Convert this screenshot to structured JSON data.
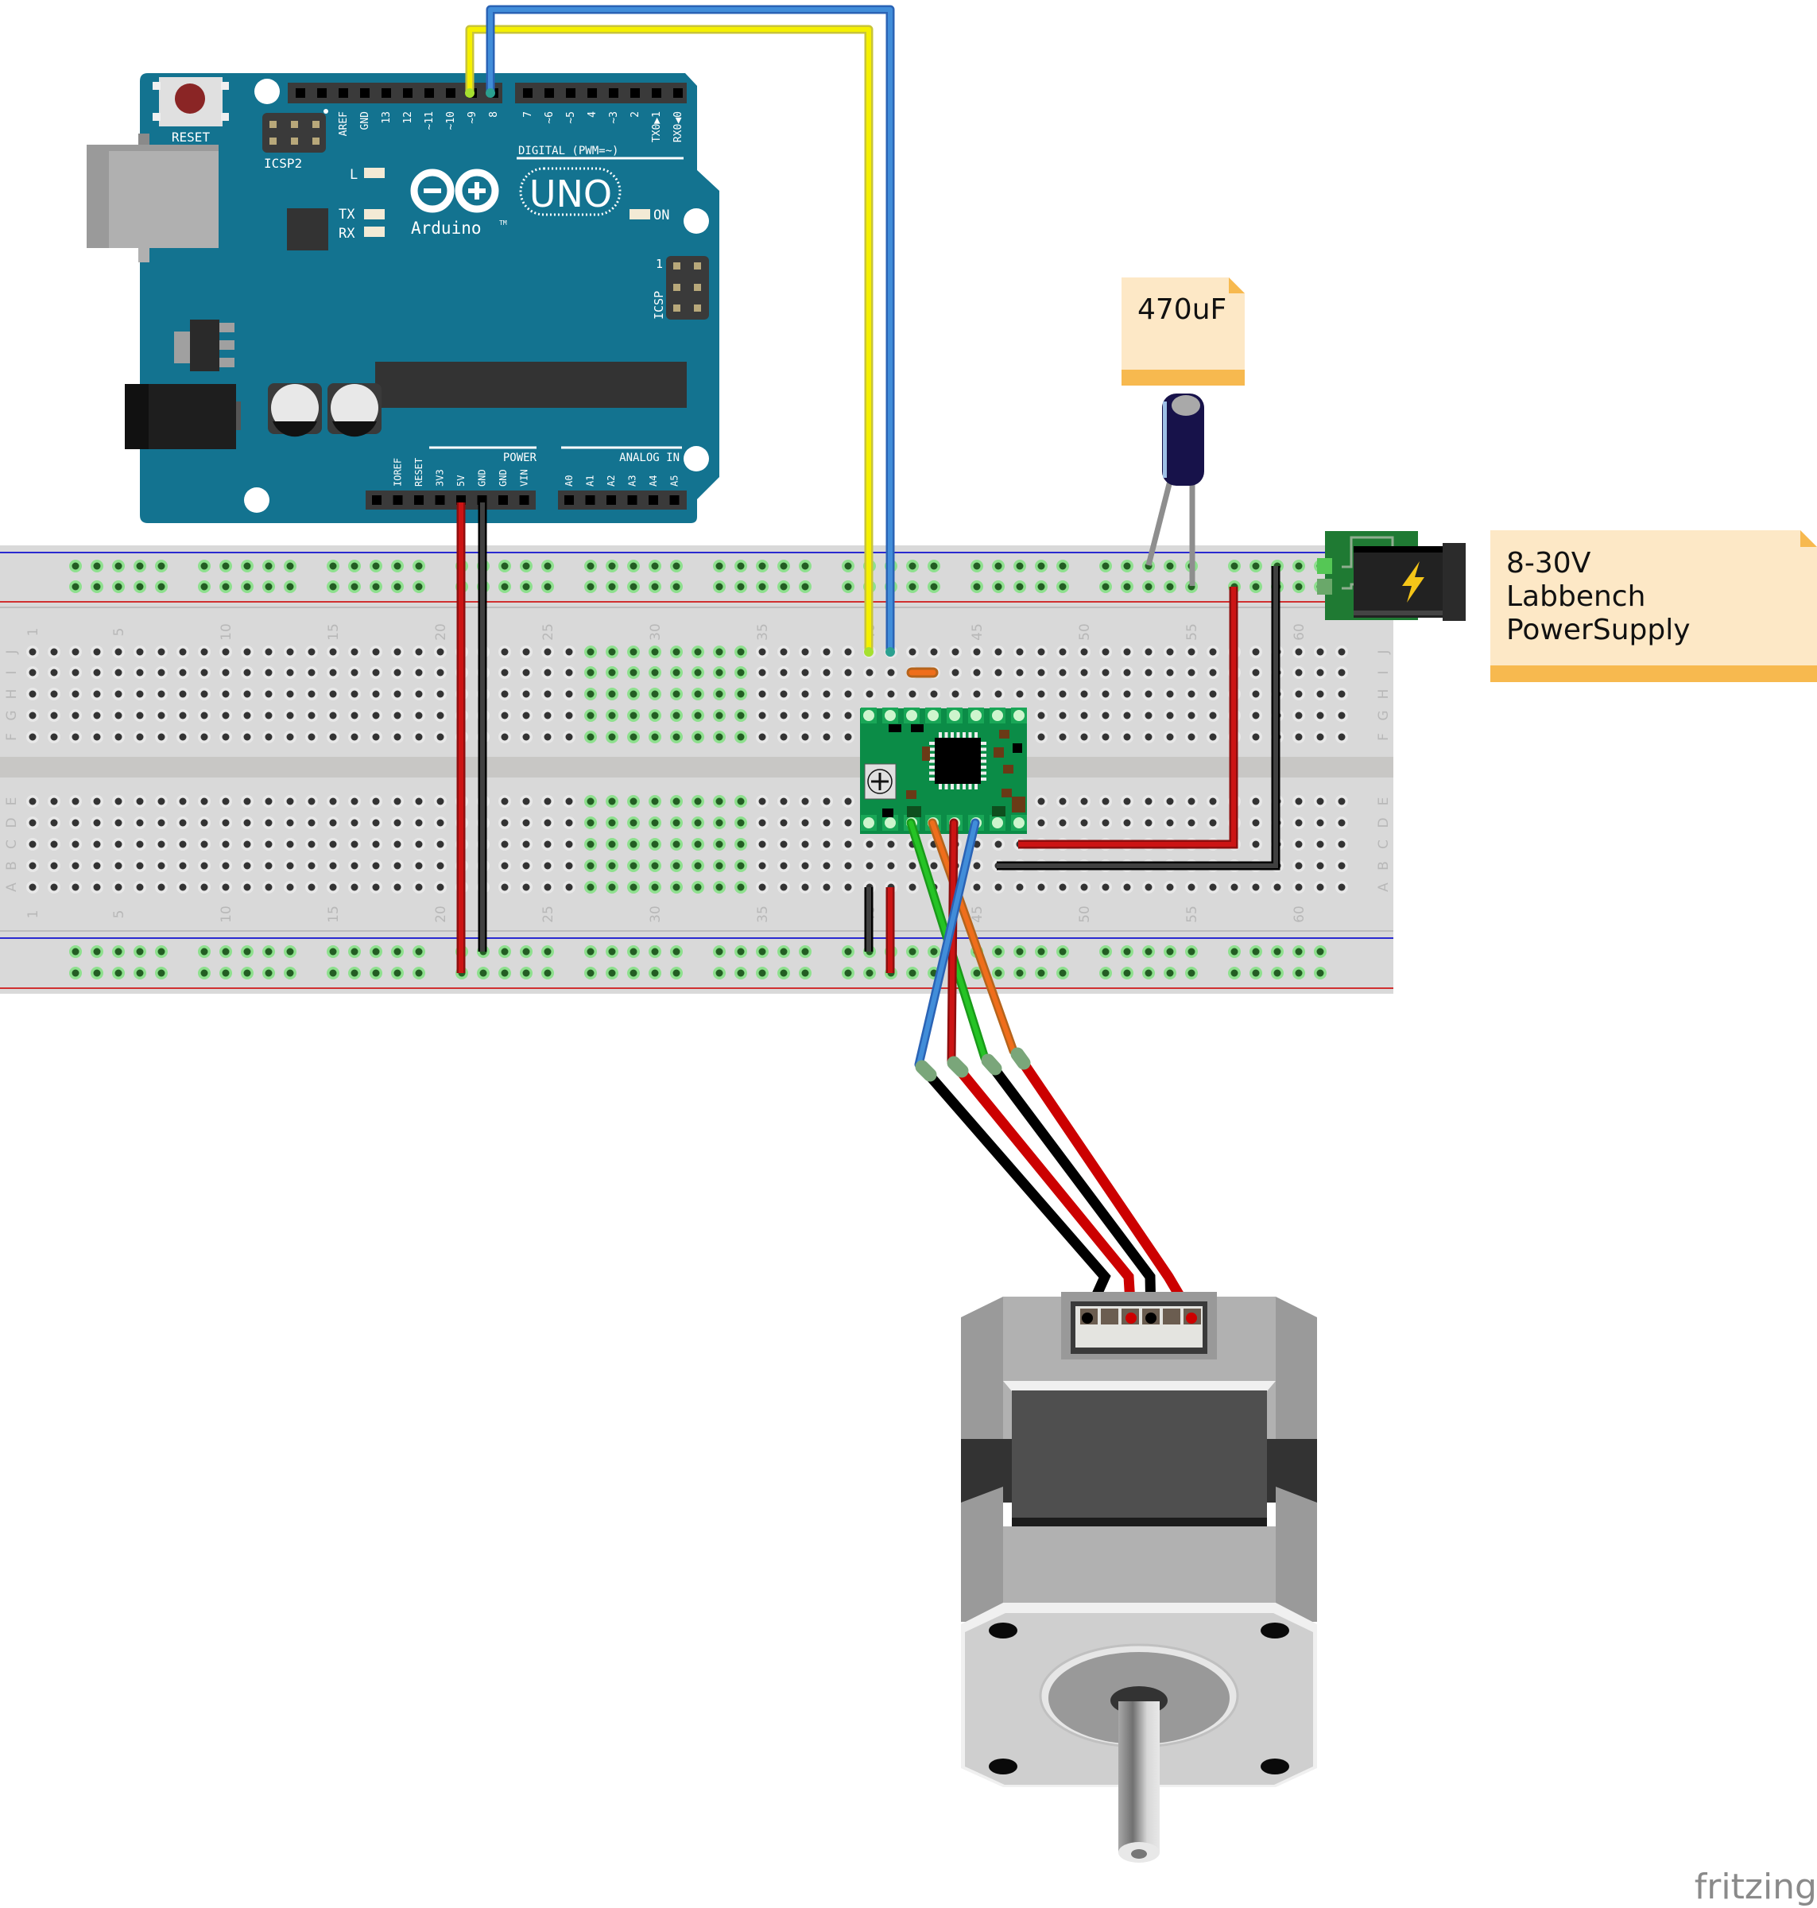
{
  "board": {
    "name": "Arduino",
    "model": "UNO",
    "trademark": "TM",
    "reset_label": "RESET",
    "icsp2_label": "ICSP2",
    "icsp_label": "ICSP",
    "icsp_pin1": "1",
    "led_l": "L",
    "led_tx": "TX",
    "led_rx": "RX",
    "led_on": "ON",
    "digital_label": "DIGITAL (PWM=~)",
    "power_label": "POWER",
    "analog_label": "ANALOG IN",
    "top_pins_left": [
      "AREF",
      "GND",
      "13",
      "12",
      "~11",
      "~10",
      "~9",
      "8"
    ],
    "top_pins_right": [
      "7",
      "~6",
      "~5",
      "4",
      "~3",
      "2",
      "TX0▶1",
      "RX0◀0"
    ],
    "bottom_power_pins": [
      "IOREF",
      "RESET",
      "3V3",
      "5V",
      "GND",
      "GND",
      "VIN"
    ],
    "bottom_analog_pins": [
      "A0",
      "A1",
      "A2",
      "A3",
      "A4",
      "A5"
    ]
  },
  "breadboard": {
    "row_letters_top": [
      "J",
      "I",
      "H",
      "G",
      "F"
    ],
    "row_letters_bottom": [
      "E",
      "D",
      "C",
      "B",
      "A"
    ],
    "column_numbers": [
      "1",
      "5",
      "10",
      "15",
      "20",
      "25",
      "30",
      "35",
      "40",
      "45",
      "50",
      "55",
      "60"
    ]
  },
  "notes": {
    "capacitor": "470uF",
    "power_supply": [
      "8-30V",
      "Labbench",
      "PowerSupply"
    ]
  },
  "components": {
    "driver": "stepper-driver-module",
    "capacitor": "electrolytic-capacitor",
    "dc_jack": "dc-barrel-jack",
    "motor": "stepper-motor"
  },
  "wires": [
    {
      "name": "signal-wire-pin9",
      "color": "#f5f000",
      "from": "Arduino ~9",
      "to": "driver"
    },
    {
      "name": "signal-wire-pin8",
      "color": "#418dd9",
      "from": "Arduino 8",
      "to": "driver"
    },
    {
      "name": "power-5v-wire",
      "color": "#cc1414",
      "from": "Arduino 5V",
      "to": "bottom rail"
    },
    {
      "name": "ground-wire",
      "color": "#404040",
      "from": "Arduino GND",
      "to": "bottom rail"
    },
    {
      "name": "motor-power-wire",
      "color": "#cc1414",
      "from": "top rail",
      "to": "driver VMOT"
    },
    {
      "name": "motor-ground-wire",
      "color": "#404040",
      "from": "top rail",
      "to": "driver GND"
    },
    {
      "name": "coil-wire-green",
      "color": "#25c325"
    },
    {
      "name": "coil-wire-orange",
      "color": "#ef6e1b"
    },
    {
      "name": "coil-wire-red",
      "color": "#cc1414"
    },
    {
      "name": "coil-wire-blue",
      "color": "#418dd9"
    }
  ],
  "colors": {
    "arduino_blue": "#137390",
    "breadboard": "#d9d9d9",
    "note_bg": "#fde8c6",
    "note_bar": "#f7b94f",
    "driver_green": "#0b8c47"
  },
  "watermark": "fritzing"
}
